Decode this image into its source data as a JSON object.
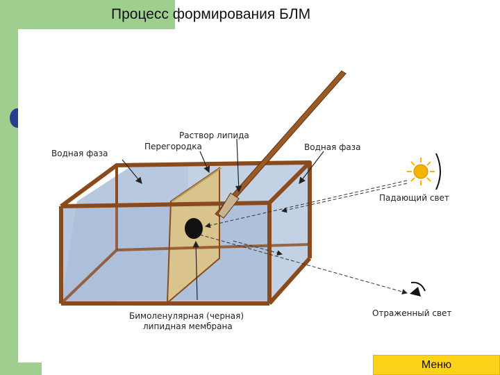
{
  "slide": {
    "title": "Процесс формирования БЛМ"
  },
  "diagram": {
    "labels": {
      "aqueous_left": "Водная фаза",
      "aqueous_right": "Водная фаза",
      "lipid_solution": "Раствор липида",
      "partition": "Перегородка",
      "incident_light": "Падающий свет",
      "reflected_light": "Отраженный свет",
      "membrane_line1": "Бимоленулярная (черная)",
      "membrane_line2": "липидная мембрана"
    },
    "colors": {
      "frame": "#8a4a1c",
      "water": "#b8c8de",
      "partition": "#d9c48e",
      "sun": "#f4b400"
    },
    "icons": {
      "light_source": "sun-icon",
      "eye": "eye-icon"
    }
  },
  "nav": {
    "menu_label": "Меню"
  }
}
